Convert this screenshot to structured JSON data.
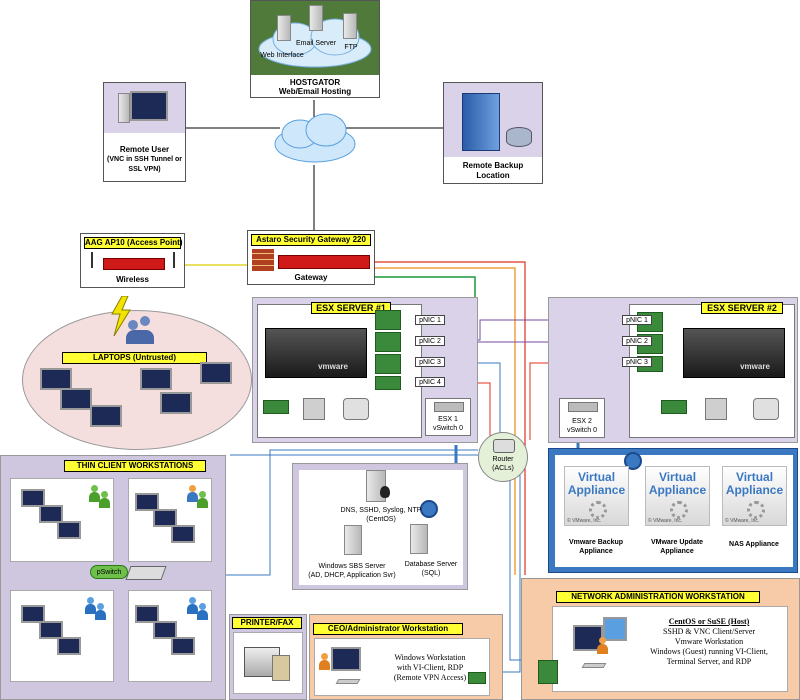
{
  "hostgator": {
    "title": "HOSTGATOR",
    "subtitle": "Web/Email Hosting",
    "web": "Web Interface",
    "email": "Email Server",
    "ftp": "FTP"
  },
  "remote_user": {
    "line1": "Remote User",
    "line2": "(VNC in SSH Tunnel or",
    "line3": "SSL VPN)"
  },
  "remote_backup": {
    "line1": "Remote Backup",
    "line2": "Location"
  },
  "ap": {
    "title": "AAG AP10 (Access Point)",
    "label": "Wireless"
  },
  "gateway": {
    "title": "Astaro Security Gateway 220",
    "label": "Gateway"
  },
  "laptops": {
    "title": "LAPTOPS (Untrusted)"
  },
  "esx1": {
    "title": "ESX SERVER #1",
    "vswitch_line1": "ESX 1",
    "vswitch_line2": "vSwitch 0",
    "pnics": [
      "pNIC 1",
      "pNIC 2",
      "pNIC 3",
      "pNIC 4"
    ]
  },
  "esx2": {
    "title": "ESX SERVER #2",
    "vswitch_line1": "ESX 2",
    "vswitch_line2": "vSwitch 0",
    "pnics": [
      "pNIC 1",
      "pNIC 2",
      "pNIC 3"
    ]
  },
  "router": {
    "line1": "Router",
    "line2": "(ACLs)"
  },
  "thin_clients": {
    "title": "THIN CLIENT WORKSTATIONS",
    "switch": "pSwitch"
  },
  "vms": {
    "dns": {
      "line1": "DNS, SSHD, Syslog, NTP",
      "line2": "(CentOS)"
    },
    "sbs": {
      "line1": "Windows SBS Server",
      "line2": "(AD, DHCP, Application Svr)"
    },
    "db": {
      "line1": "Database Server",
      "line2": "(SQL)"
    }
  },
  "appliances": [
    {
      "title": "Virtual Appliance",
      "caption1": "Vmware Backup",
      "caption2": "Appliance",
      "copyright": "© VMware, Inc."
    },
    {
      "title": "Virtual Appliance",
      "caption1": "VMware Update",
      "caption2": "Appliance",
      "copyright": "© VMware, Inc."
    },
    {
      "title": "Virtual Appliance",
      "caption1": "NAS Appliance",
      "caption2": "",
      "copyright": "© VMware, Inc."
    }
  ],
  "printer": {
    "title": "PRINTER/FAX"
  },
  "ceo": {
    "title": "CEO/Administrator Workstation",
    "line1": "Windows Workstation",
    "line2": "with VI-Client, RDP",
    "line3": "(Remote VPN Access)"
  },
  "netadmin": {
    "title": "NETWORK ADMINISTRATION WORKSTATION",
    "line1": "CentOS or SuSE (Host)",
    "line2": "SSHD & VNC Client/Server",
    "line3": "Vmware Workstation",
    "line4": "Windows (Guest) running VI-Client,",
    "line5": "Terminal Server, and RDP"
  },
  "vmware_brand": "vmware",
  "colors": {
    "purple_panel": "#d9d2e9",
    "lavender_panel": "#cfc6df",
    "pink_ellipse": "#f4dede",
    "peach_panel": "#f7caa8",
    "green_hostgator": "#4f7a3a",
    "line_green": "#1a9a3a",
    "line_orange": "#f0a040",
    "line_red": "#e03020",
    "line_blue": "#3a78c2",
    "line_purple": "#7a4aa0",
    "yellow_label": "#ffff33"
  }
}
